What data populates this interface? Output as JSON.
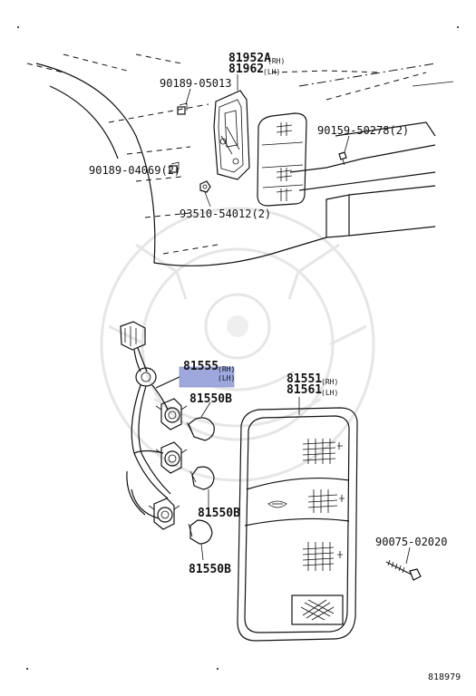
{
  "diagram": {
    "watermark_text": "",
    "upper_labels": {
      "p_81952a": "81952A",
      "p_81952a_side": "(RH)",
      "p_81962": "81962",
      "p_81962_side": "(LH)",
      "p_90189_05013": "90189-05013",
      "p_90189_04069": "90189-04069(2)",
      "p_93510": "93510-54012(2)",
      "p_90159": "90159-50278(2)"
    },
    "lower_labels": {
      "p_81555": "81555",
      "p_81555_side_rh": "(RH)",
      "p_81555_side_lh": "(LH)",
      "p_81550b_1": "81550B",
      "p_81550b_2": "81550B",
      "p_81550b_3": "81550B",
      "p_81551": "81551",
      "p_81551_side": "(RH)",
      "p_81561": "81561",
      "p_81561_side": "(LH)",
      "p_90075": "90075-02020"
    },
    "footer_id": "818979",
    "highlight_color": "#9ea8dd"
  }
}
